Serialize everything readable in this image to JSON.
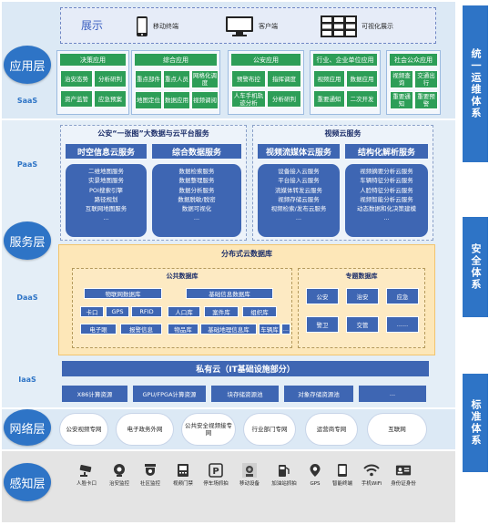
{
  "layers": {
    "app": "应用层",
    "app_sub": "SaaS",
    "service": "服务层",
    "paas": "PaaS",
    "daas": "DaaS",
    "iaas_label": "IaaS",
    "network": "网络层",
    "perception": "感知层"
  },
  "display": {
    "title": "展示",
    "items": [
      {
        "label": "移动终端",
        "icon": "mobile-phone-icon"
      },
      {
        "label": "客户端",
        "icon": "desktop-monitor-icon"
      },
      {
        "label": "可视化展示",
        "icon": "video-wall-icon"
      }
    ]
  },
  "app_groups": [
    {
      "title": "决策应用",
      "cells": [
        "治安态势",
        "分析研判",
        "资产监管",
        "应急预案"
      ]
    },
    {
      "title": "综合应用",
      "cells": [
        "重点部件",
        "重点人员",
        "网格化调度",
        "地图定位",
        "数据应用",
        "视频调阅"
      ]
    },
    {
      "title": "公安应用",
      "cells": [
        "预警布控",
        "指挥调度",
        "人车手机轨迹分析",
        "分析研判"
      ]
    },
    {
      "title": "行业、企业单位应用",
      "cells": [
        "视频应用",
        "数据应用",
        "重要通知",
        "二次开发"
      ]
    },
    {
      "title": "社会公众应用",
      "cells": [
        "视频查询",
        "交通出行",
        "重要通知",
        "重要预警"
      ]
    }
  ],
  "platform": {
    "left_title": "公安“一张图”大数据与云平台服务",
    "left_subs": [
      "时空信息云服务",
      "综合数据服务"
    ],
    "spatial_list": [
      "二维地图服务",
      "实景地图服务",
      "POI搜索引擎",
      "路径规划",
      "互联网地图服务",
      "..."
    ],
    "data_list": [
      "数据检索服务",
      "数据整理服务",
      "数据分析服务",
      "数据脱敏/脱密",
      "数据可视化",
      "..."
    ],
    "right_title": "视频云服务",
    "right_subs": [
      "视频流媒体云服务",
      "结构化解析服务"
    ],
    "video_list": [
      "设备接入云服务",
      "平台接入云服务",
      "流媒体转发云服务",
      "视频存储云服务",
      "视频检索/发布云服务",
      "..."
    ],
    "struct_list": [
      "视频摘要分析云服务",
      "车辆特征分析云服务",
      "人脸特征分析云服务",
      "视频智能分析云服务",
      "动态数据和化决策建模",
      "..."
    ]
  },
  "database": {
    "title": "分布式云数据库",
    "public_title": "公共数据库",
    "public_cells": [
      "物联网数据库",
      "基础信息数据库",
      "卡口",
      "GPS",
      "RFID",
      "人口库",
      "案件库",
      "组织库",
      "电子眼",
      "报警信息",
      "物品库",
      "基础地理信息库",
      "车辆库",
      "..."
    ],
    "special_title": "专题数据库",
    "special_cells": [
      "公安",
      "治安",
      "应急",
      "警卫",
      "交管",
      "......"
    ]
  },
  "iaas": {
    "title": "私有云（IT基础设施部分）",
    "cells": [
      "X86计算资源",
      "GPU/FPGA计算资源",
      "块存储资源池",
      "对象存储资源池",
      "..."
    ]
  },
  "networks": [
    "公安视频专网",
    "电子政务外网",
    "公共安全视频接专网",
    "行业部门专网",
    "运营商专网",
    "互联网"
  ],
  "sensors": [
    {
      "label": "人脸卡口",
      "icon": "cctv-camera-icon"
    },
    {
      "label": "治安监控",
      "icon": "webcam-icon"
    },
    {
      "label": "社区监控",
      "icon": "dome-camera-icon"
    },
    {
      "label": "视频门禁",
      "icon": "door-access-icon"
    },
    {
      "label": "停车场抓拍",
      "icon": "parking-icon"
    },
    {
      "label": "移动设备",
      "icon": "mobile-device-icon"
    },
    {
      "label": "加油站抓拍",
      "icon": "fuel-pump-icon"
    },
    {
      "label": "GPS",
      "icon": "gps-pin-icon"
    },
    {
      "label": "智能终端",
      "icon": "smart-terminal-icon"
    },
    {
      "label": "手机WiFi",
      "icon": "wifi-icon"
    },
    {
      "label": "身份证身份",
      "icon": "id-card-icon"
    }
  ],
  "right_column": [
    "统一运维体系",
    "安全体系",
    "标准体系"
  ],
  "colors": {
    "layer_blue": "#2e74c6",
    "app_green": "#2d9e57",
    "service_blue": "#3e66b3",
    "db_yellow": "#fde7b8"
  }
}
